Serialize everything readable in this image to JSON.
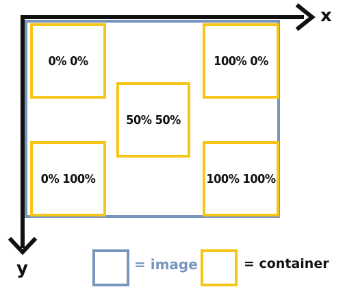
{
  "axes": {
    "x_label": "x",
    "y_label": "y"
  },
  "containers": {
    "top_left": "0%  0%",
    "top_right": "100%  0%",
    "center": "50%  50%",
    "bottom_left": "0%  100%",
    "bottom_right": "100% 100%"
  },
  "legend": {
    "image_label": "= image",
    "container_label": "= container"
  },
  "colors": {
    "image": "#7896bd",
    "container": "#f5c518",
    "axis": "#111111"
  }
}
